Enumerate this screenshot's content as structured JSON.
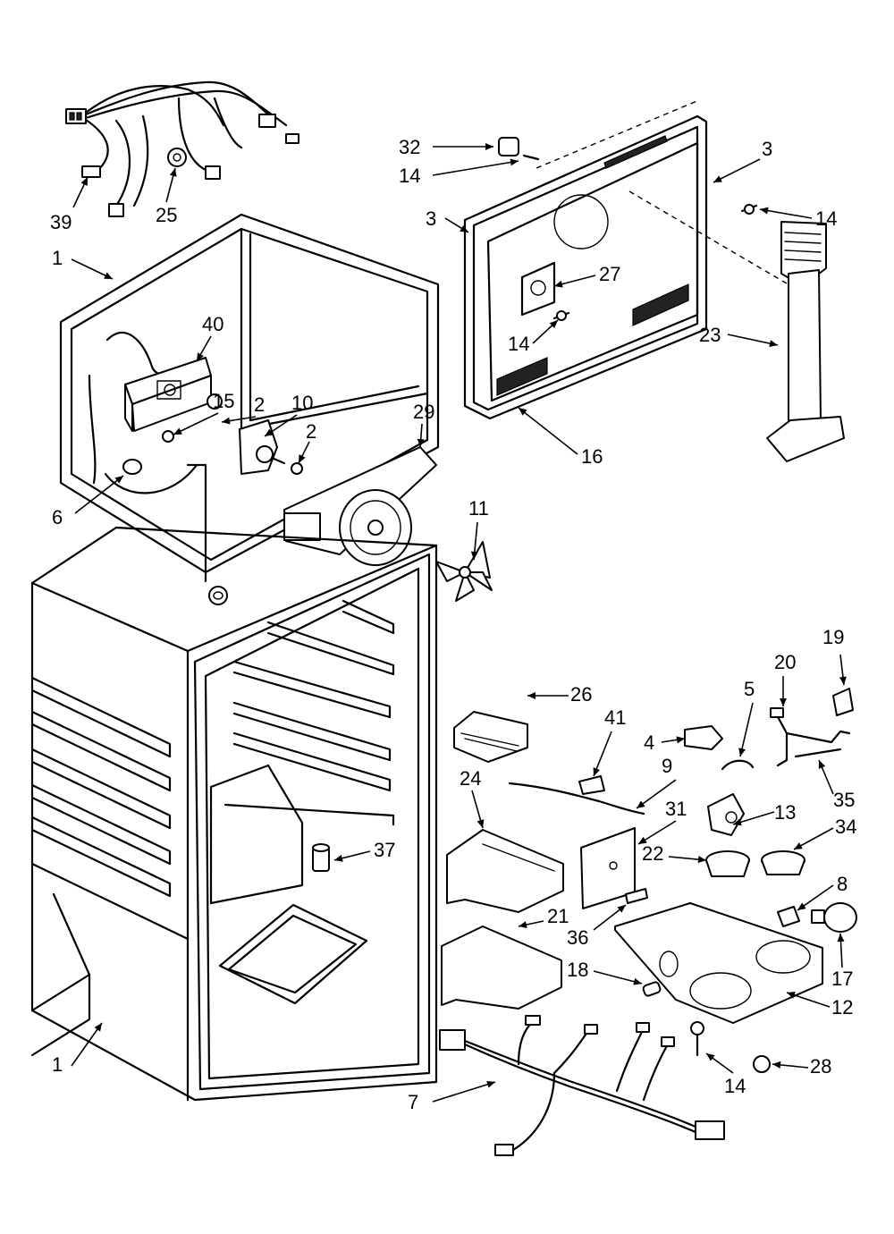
{
  "diagram": {
    "callouts": [
      {
        "id": "c39",
        "label": "39"
      },
      {
        "id": "c25",
        "label": "25"
      },
      {
        "id": "c1a",
        "label": "1"
      },
      {
        "id": "c40",
        "label": "40"
      },
      {
        "id": "c15",
        "label": "15"
      },
      {
        "id": "c2a",
        "label": "2"
      },
      {
        "id": "c10",
        "label": "10"
      },
      {
        "id": "c2b",
        "label": "2"
      },
      {
        "id": "c29",
        "label": "29"
      },
      {
        "id": "c6",
        "label": "6"
      },
      {
        "id": "c11",
        "label": "11"
      },
      {
        "id": "c32",
        "label": "32"
      },
      {
        "id": "c14a",
        "label": "14"
      },
      {
        "id": "c3a",
        "label": "3"
      },
      {
        "id": "c3b",
        "label": "3"
      },
      {
        "id": "c14b",
        "label": "14"
      },
      {
        "id": "c27",
        "label": "27"
      },
      {
        "id": "c14c",
        "label": "14"
      },
      {
        "id": "c23",
        "label": "23"
      },
      {
        "id": "c16",
        "label": "16"
      },
      {
        "id": "c19",
        "label": "19"
      },
      {
        "id": "c20",
        "label": "20"
      },
      {
        "id": "c26",
        "label": "26"
      },
      {
        "id": "c5",
        "label": "5"
      },
      {
        "id": "c41",
        "label": "41"
      },
      {
        "id": "c4",
        "label": "4"
      },
      {
        "id": "c9",
        "label": "9"
      },
      {
        "id": "c35",
        "label": "35"
      },
      {
        "id": "c24",
        "label": "24"
      },
      {
        "id": "c31",
        "label": "31"
      },
      {
        "id": "c13",
        "label": "13"
      },
      {
        "id": "c34",
        "label": "34"
      },
      {
        "id": "c37",
        "label": "37"
      },
      {
        "id": "c22",
        "label": "22"
      },
      {
        "id": "c8",
        "label": "8"
      },
      {
        "id": "c21",
        "label": "21"
      },
      {
        "id": "c36",
        "label": "36"
      },
      {
        "id": "c18",
        "label": "18"
      },
      {
        "id": "c17",
        "label": "17"
      },
      {
        "id": "c12",
        "label": "12"
      },
      {
        "id": "c1b",
        "label": "1"
      },
      {
        "id": "c28",
        "label": "28"
      },
      {
        "id": "c7",
        "label": "7"
      },
      {
        "id": "c14d",
        "label": "14"
      }
    ]
  }
}
